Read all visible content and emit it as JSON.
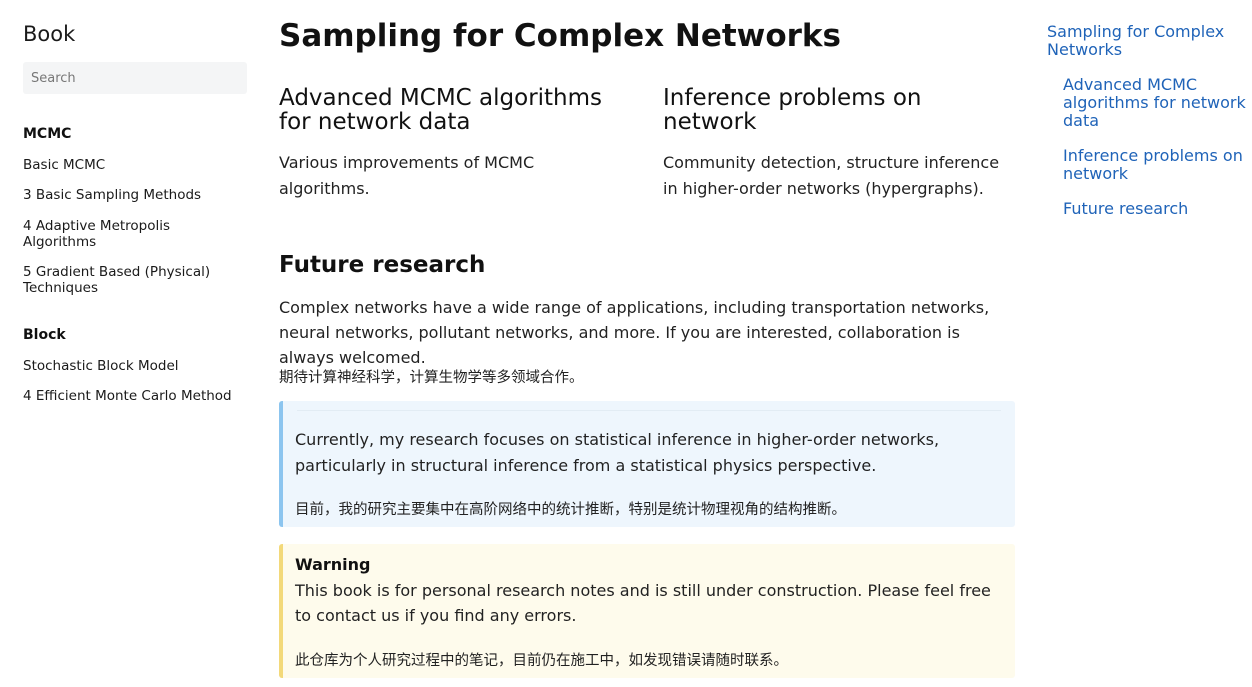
{
  "sidebar": {
    "book_title": "Book",
    "search_placeholder": "Search",
    "sections": [
      {
        "title": "MCMC",
        "items": [
          "Basic MCMC",
          "3 Basic Sampling Methods",
          "4 Adaptive Metropolis Algorithms",
          "5 Gradient Based (Physical) Techniques"
        ]
      },
      {
        "title": "Block",
        "items": [
          "Stochastic Block Model",
          "4 Efficient Monte Carlo Method"
        ]
      }
    ]
  },
  "main": {
    "title": "Sampling for Complex Networks",
    "cards": [
      {
        "title": "Advanced MCMC algorithms for network data",
        "text": "Various improvements of MCMC algorithms."
      },
      {
        "title": "Inference problems on network",
        "text": "Community detection, structure inference in higher-order networks (hypergraphs)."
      }
    ],
    "future_heading": "Future research",
    "future_text": "Complex networks have a wide range of applications, including transportation networks, neural networks, pollutant networks, and more. If you are interested, collaboration is always welcomed.",
    "future_cn": "期待计算神经科学，计算生物学等多领域合作。",
    "note": {
      "text": "Currently, my research focuses on statistical inference in higher-order networks, particularly in structural inference from a statistical physics perspective.",
      "cn": "目前，我的研究主要集中在高阶网络中的统计推断，特别是统计物理视角的结构推断。"
    },
    "warning": {
      "title": "Warning",
      "text": "This book is for personal research notes and is still under construction. Please feel free to contact us if you find any errors.",
      "cn": "此仓库为个人研究过程中的笔记，目前仍在施工中，如发现错误请随时联系。"
    }
  },
  "toc": {
    "items": [
      "Sampling for Complex Networks",
      "Advanced MCMC algorithms for network data",
      "Inference problems on network",
      "Future research"
    ]
  },
  "colors": {
    "link": "#1f63b8",
    "note_bg": "#eef6fd",
    "note_border": "#8cc5ef",
    "warning_bg": "#fefbec",
    "warning_border": "#f3d97a"
  }
}
